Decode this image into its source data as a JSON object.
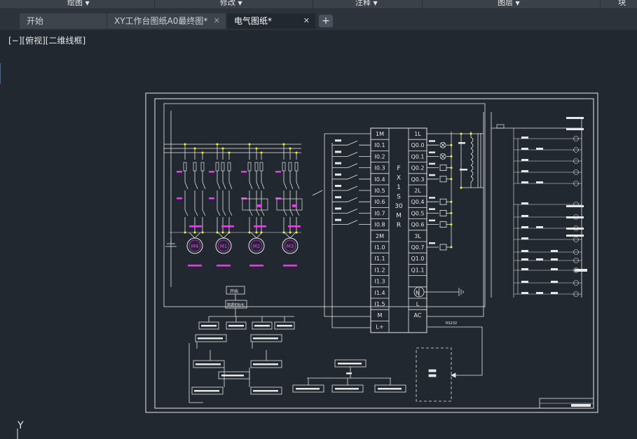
{
  "ribbon": {
    "groups": [
      "绘图",
      "修改",
      "注释",
      "图层",
      "块"
    ]
  },
  "tabs": [
    {
      "label": "开始",
      "closable": false,
      "active": false
    },
    {
      "label": "XY工作台图纸A0最终图*",
      "closable": true,
      "active": false
    },
    {
      "label": "电气图纸*",
      "closable": true,
      "active": true
    }
  ],
  "new_tab_label": "+",
  "close_glyph": "✕",
  "dropdown_glyph": "▼",
  "viewport_label": "[−][俯视][二维线框]",
  "ucs_label": "Y",
  "drawing": {
    "plc_name": [
      "F",
      "X",
      "1",
      "S",
      "30",
      "M",
      "R"
    ],
    "plc_inputs": [
      "1M",
      "I0.1",
      "I0.2",
      "I0.3",
      "I0.4",
      "I0.5",
      "I0.6",
      "I0.7",
      "I0.8",
      "2M",
      "I1.0",
      "I1.1",
      "I1.2",
      "I1.3",
      "I1.4",
      "I1.5",
      "M",
      "L+"
    ],
    "plc_outputs": [
      "1L",
      "Q0.0",
      "Q0.1",
      "Q0.2",
      "Q0.3",
      "2L",
      "Q0.4",
      "Q0.5",
      "Q0.6",
      "3L",
      "Q0.7",
      "Q1.0",
      "Q1.1",
      "",
      "N",
      "L",
      "AC"
    ],
    "motors": [
      "M4",
      "M1",
      "M2",
      "M3"
    ],
    "rs_label": "RS232",
    "flow_root": "开始",
    "flow_init": "数据初始化"
  },
  "colors": {
    "canvas_bg": "#212830",
    "line": "#e8e8e8",
    "accent_magenta": "#ff33ff",
    "node_yellow": "#ffff00"
  }
}
